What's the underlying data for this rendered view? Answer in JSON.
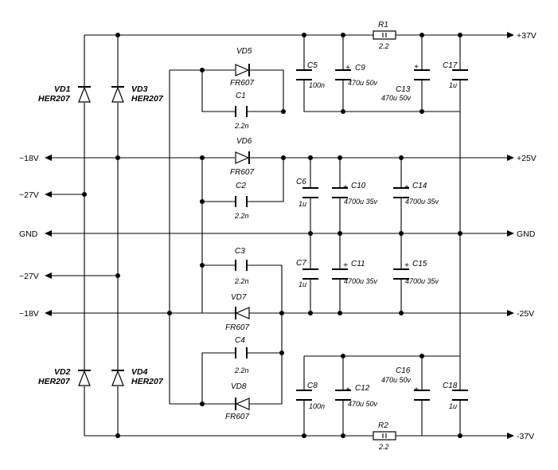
{
  "rails": {
    "left": {
      "ac18_top": "~18V",
      "ac27_top": "~27V",
      "gnd": "GND",
      "ac27_bot": "~27V",
      "ac18_bot": "~18V"
    },
    "right": {
      "p37": "+37V",
      "p25": "+25V",
      "gnd": "GND",
      "m25": "-25V",
      "m37": "-37V"
    }
  },
  "components": {
    "vd1": {
      "ref": "VD1",
      "type": "HER207"
    },
    "vd2": {
      "ref": "VD2",
      "type": "HER207"
    },
    "vd3": {
      "ref": "VD3",
      "type": "HER207"
    },
    "vd4": {
      "ref": "VD4",
      "type": "HER207"
    },
    "vd5": {
      "ref": "VD5",
      "type": "FR607"
    },
    "vd6": {
      "ref": "VD6",
      "type": "FR607"
    },
    "vd7": {
      "ref": "VD7",
      "type": "FR607"
    },
    "vd8": {
      "ref": "VD8",
      "type": "FR607"
    },
    "c1": {
      "ref": "C1",
      "value": "2.2n"
    },
    "c2": {
      "ref": "C2",
      "value": "2.2n"
    },
    "c3": {
      "ref": "C3",
      "value": "2.2n"
    },
    "c4": {
      "ref": "C4",
      "value": "2.2n"
    },
    "c5": {
      "ref": "C5",
      "value": "100n"
    },
    "c6": {
      "ref": "C6",
      "value": "1u"
    },
    "c7": {
      "ref": "C7",
      "value": "1u"
    },
    "c8": {
      "ref": "C8",
      "value": "100n"
    },
    "c9": {
      "ref": "C9",
      "value": "470u 50v"
    },
    "c10": {
      "ref": "C10",
      "value": "4700u 35v"
    },
    "c11": {
      "ref": "C11",
      "value": "4700u 35v"
    },
    "c12": {
      "ref": "C12",
      "value": "470u 50v"
    },
    "c13": {
      "ref": "C13",
      "value": "470u 50v"
    },
    "c14": {
      "ref": "C14",
      "value": "4700u 35v"
    },
    "c15": {
      "ref": "C15",
      "value": "4700u 35v"
    },
    "c16": {
      "ref": "C16",
      "value": "470u 50v"
    },
    "c17": {
      "ref": "C17",
      "value": "1u"
    },
    "c18": {
      "ref": "C18",
      "value": "1u"
    },
    "r1": {
      "ref": "R1",
      "value": "2.2"
    },
    "r2": {
      "ref": "R2",
      "value": "2.2"
    }
  },
  "plus_sign": "+"
}
